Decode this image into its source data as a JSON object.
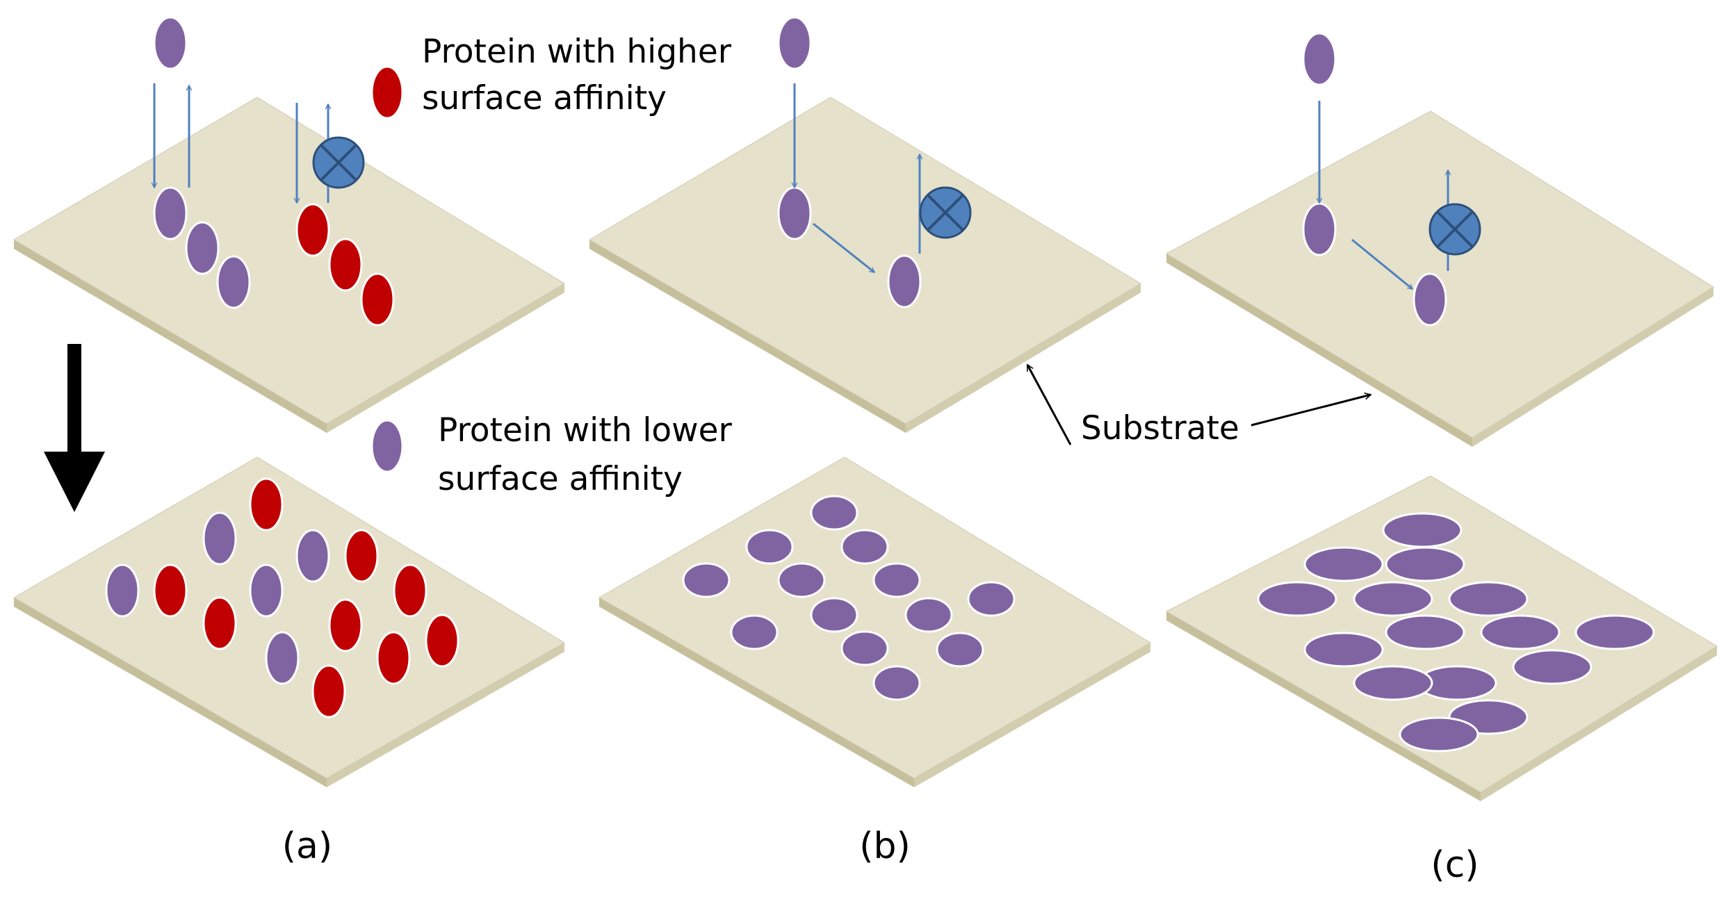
{
  "legend": {
    "high_affinity_line1": "Protein with higher",
    "high_affinity_line2": "surface affinity",
    "low_affinity_line1": "Protein with lower",
    "low_affinity_line2": "surface affinity",
    "substrate": "Substrate"
  },
  "panels": [
    {
      "label": "(a)"
    },
    {
      "label": "(b)"
    },
    {
      "label": "(c)"
    }
  ],
  "colors": {
    "substrate_top": "#e6e1cb",
    "substrate_side": "#c6bf9c",
    "substrate_edge": "#8f8a70",
    "high_affinity_protein": "#c00000",
    "low_affinity_protein": "#8064a2",
    "arrow": "#4f81bd",
    "blocked_symbol": "#4f81bd"
  },
  "icons": [
    "blocked-desorption-icon",
    "process-down-arrow-icon"
  ]
}
